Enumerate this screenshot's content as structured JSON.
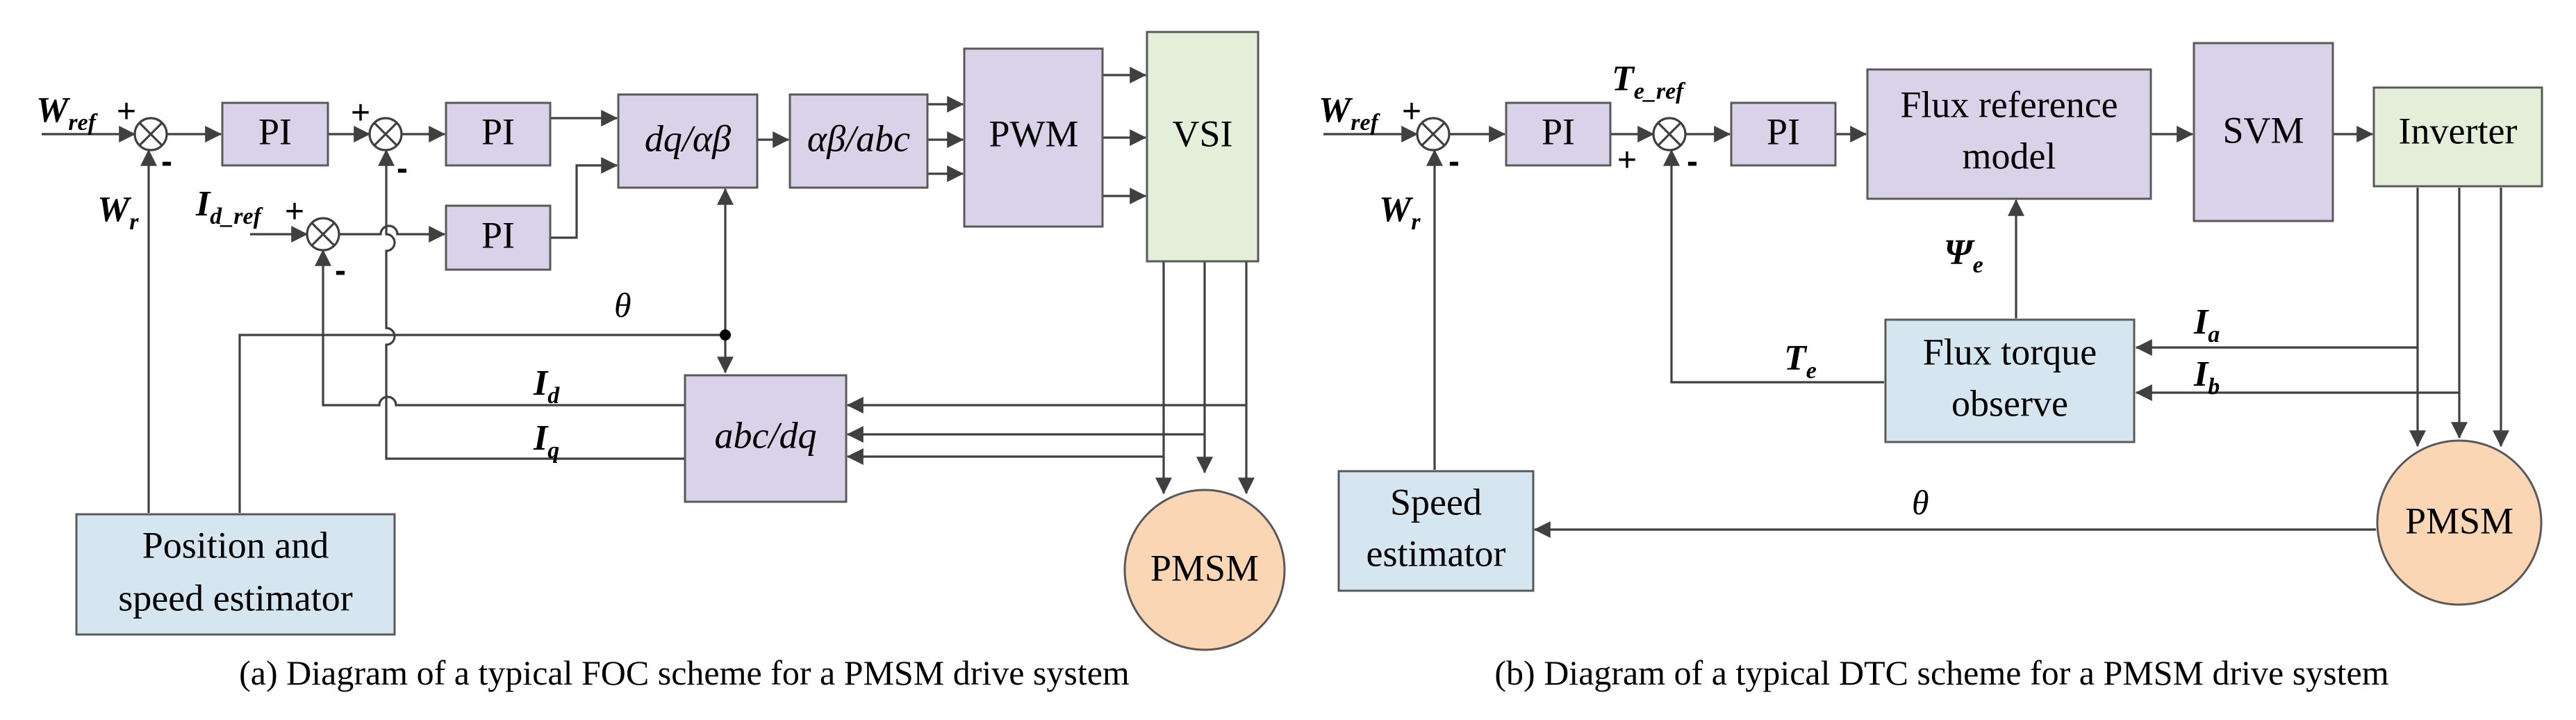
{
  "colors": {
    "block_purple": "#d9d2e9",
    "block_blue": "#d5e6f0",
    "block_green": "#e4efd9",
    "motor_fill": "#fbd6b5",
    "line": "#404040"
  },
  "foc": {
    "caption": "(a) Diagram of a typical FOC scheme for a PMSM drive system",
    "pi_speed": "PI",
    "pi_iq": "PI",
    "pi_id": "PI",
    "dq_ab": "dq/αβ",
    "ab_abc": "αβ/abc",
    "pwm": "PWM",
    "vsi": "VSI",
    "abc_dq": "abc/dq",
    "pmsm": "PMSM",
    "estimator_line1": "Position and",
    "estimator_line2": "speed estimator",
    "w_ref": "W",
    "w_ref_sub": "ref",
    "w_r": "W",
    "w_r_sub": "r",
    "id_ref": "I",
    "id_ref_sub": "d_ref",
    "id": "I",
    "id_sub": "d",
    "iq": "I",
    "iq_sub": "q",
    "theta": "θ",
    "plus": "+",
    "minus": "-"
  },
  "dtc": {
    "caption": "(b) Diagram of a typical DTC scheme for a PMSM drive system",
    "pi_speed": "PI",
    "pi_torque": "PI",
    "flux_ref_line1": "Flux reference",
    "flux_ref_line2": "model",
    "svm": "SVM",
    "inverter": "Inverter",
    "observer_line1": "Flux torque",
    "observer_line2": "observe",
    "estimator_line1": "Speed",
    "estimator_line2": "estimator",
    "pmsm": "PMSM",
    "w_ref": "W",
    "w_ref_sub": "ref",
    "w_r": "W",
    "w_r_sub": "r",
    "te_ref": "T",
    "te_ref_sub": "e_ref",
    "te": "T",
    "te_sub": "e",
    "psi": "Ψ",
    "psi_sub": "e",
    "ia": "I",
    "ia_sub": "a",
    "ib": "I",
    "ib_sub": "b",
    "theta": "θ",
    "plus": "+",
    "minus": "-"
  }
}
